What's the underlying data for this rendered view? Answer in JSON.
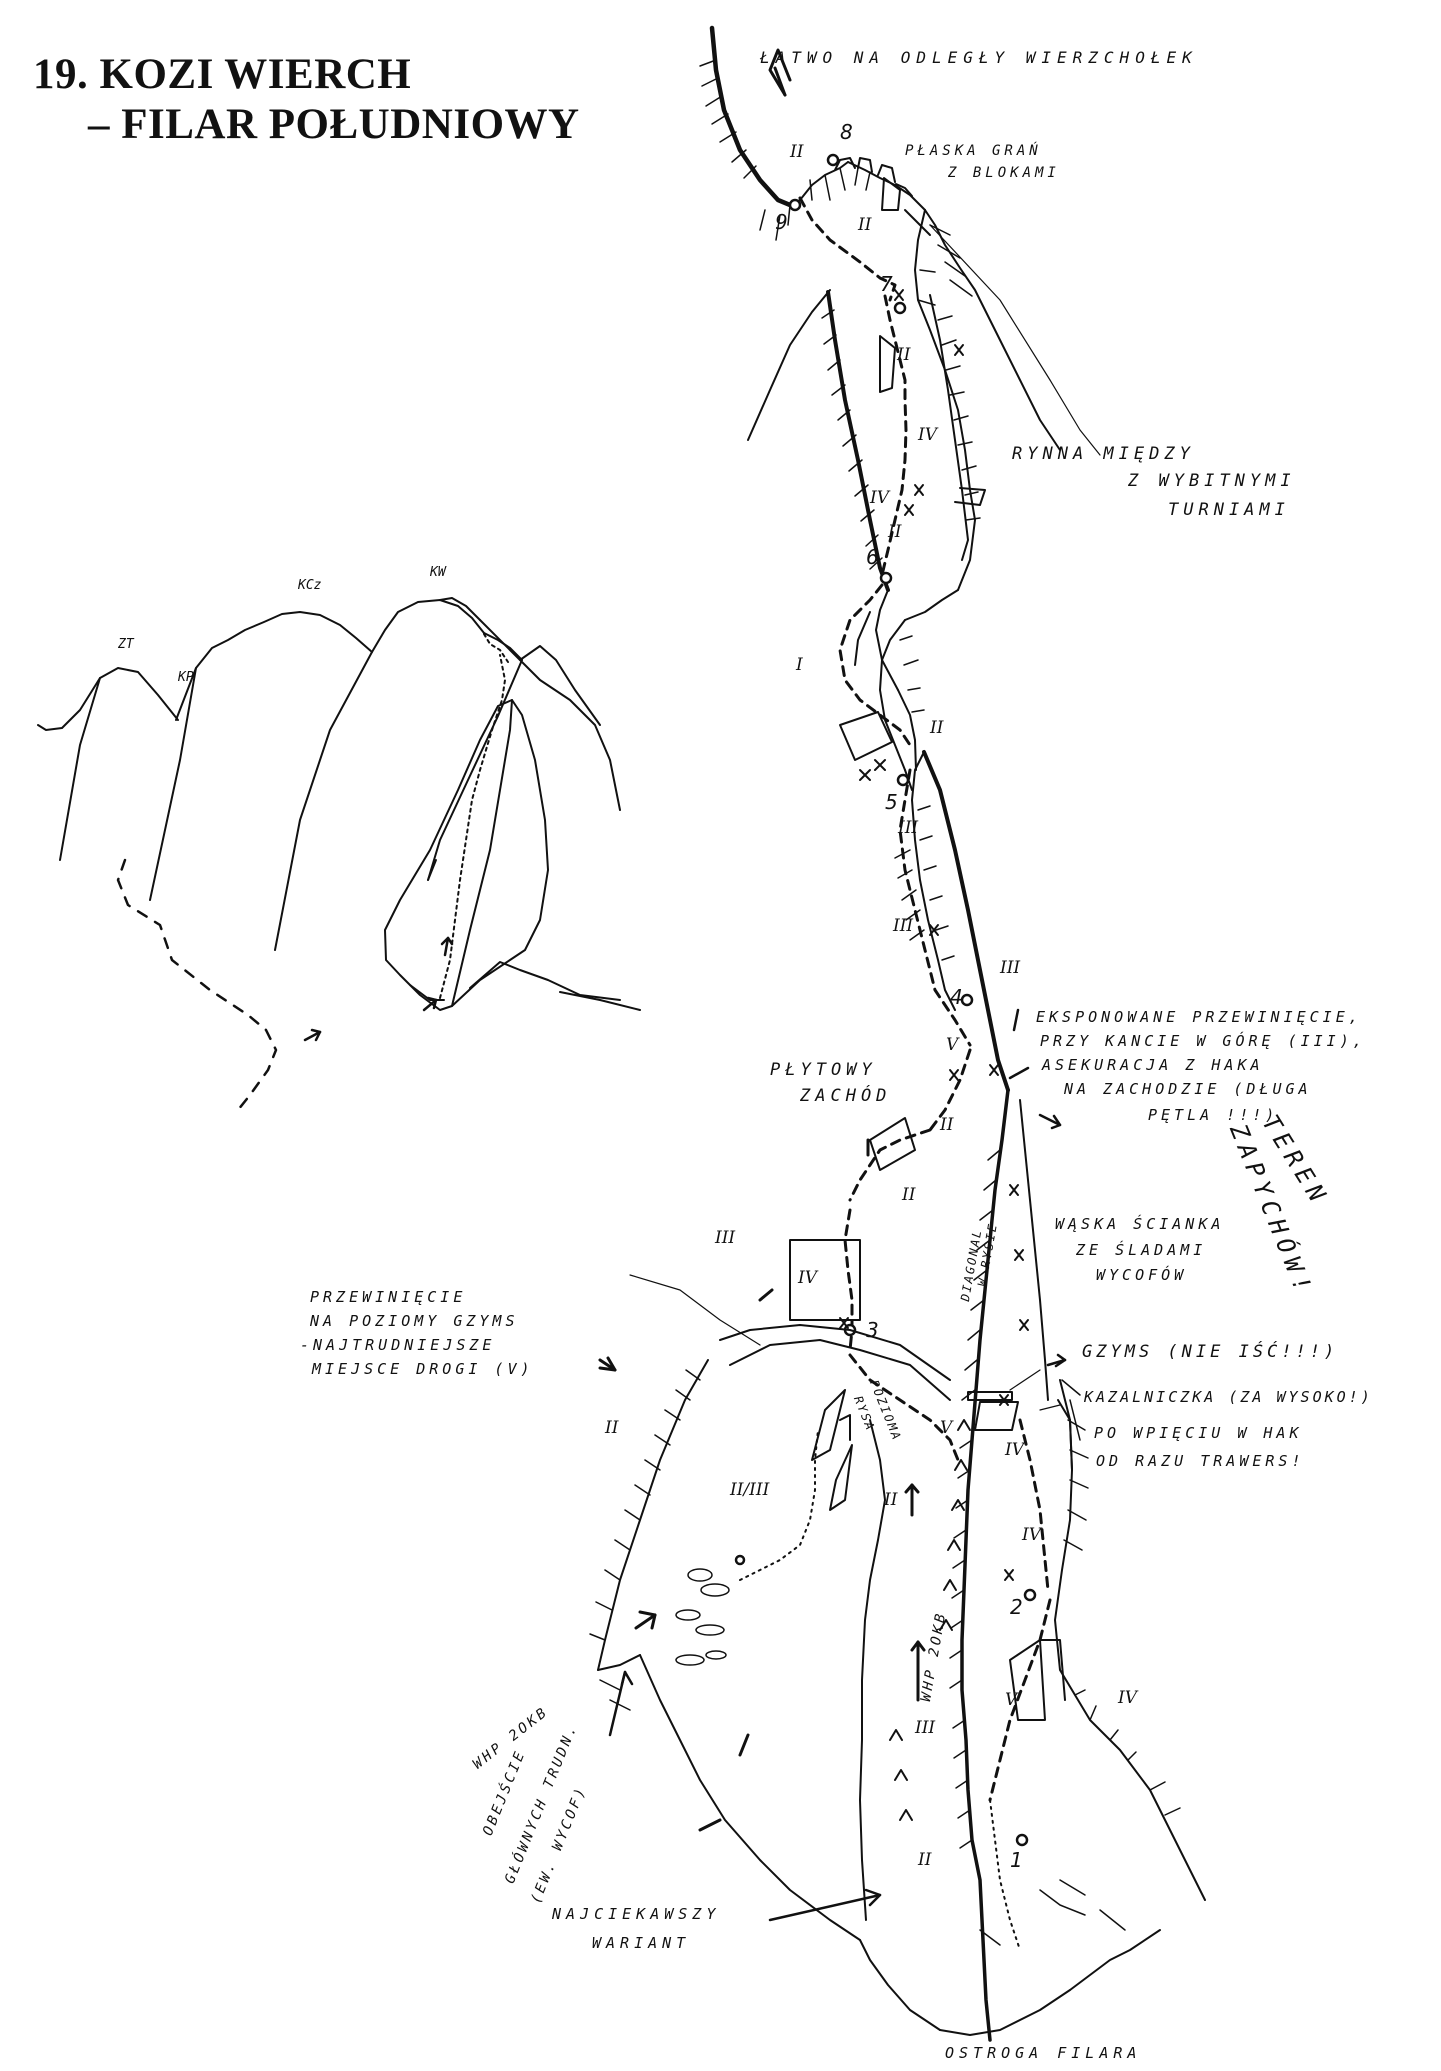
{
  "title": {
    "line1": "19. KOZI WIERCH",
    "line2": "– FILAR POŁUDNIOWY"
  },
  "annotations": {
    "latwo": "ŁATWO NA ODLEGŁY WIERZCHOŁEK",
    "plaska1": "PŁASKA GRAŃ",
    "plaska2": "Z BLOKAMI",
    "rynna1": "RYNNA MIĘDZY",
    "rynna2": "Z WYBITNYMI",
    "rynna3": "TURNIAMI",
    "eksp1": "EKSPONOWANE PRZEWINIĘCIE,",
    "eksp2": "PRZY KANCIE W GÓRĘ (III),",
    "eksp3": "ASEKURACJA Z HAKA",
    "eksp4": "NA ZACHODZIE (DŁUGA",
    "eksp5": "PĘTLA !!!)",
    "plytowy1": "PŁYTOWY",
    "plytowy2": "ZACHÓD",
    "teren1": "TEREN",
    "teren2": "ZAPYCHÓW!",
    "waska1": "WĄSKA ŚCIANKA",
    "waska2": "ZE ŚLADAMI",
    "waska3": "WYCOFÓW",
    "przew1": "PRZEWINIĘCIE",
    "przew2": "NA POZIOMY GZYMS",
    "przew3": "-NAJTRUDNIEJSZE",
    "przew4": "MIEJSCE DROGI (V)",
    "gzyms": "GZYMS (NIE IŚĆ!!!)",
    "kazal": "KAZALNICZKA (ZA WYSOKO!)",
    "powp1": "PO WPIĘCIU W HAK",
    "powp2": "OD RAZU TRAWERS!",
    "diagonal1": "DIAGONAL",
    "diagonal2": "W RYSIE",
    "pozioma1": "POZIOMA",
    "pozioma2": "RYSA",
    "whp_right": "WHP 2OKB",
    "whp_left": "WHP 2OKB",
    "obejs1": "OBEJŚCIE",
    "obejs2": "GŁÓWNYCH TRUDN.",
    "obejs3": "(EW. WYCOF)",
    "najc1": "NAJCIEKAWSZY",
    "najc2": "WARIANT",
    "ostroga": "OSTROGA FILARA"
  },
  "peaks": {
    "zt": "ZT",
    "kp": "KP",
    "kcz": "KCz",
    "kw": "KW"
  },
  "belays": [
    "1",
    "2",
    "3",
    "4",
    "5",
    "6",
    "7",
    "8",
    "9"
  ],
  "grades": {
    "I": "I",
    "II": "II",
    "II_III": "II/III",
    "III": "III",
    "IV": "IV",
    "V": "V"
  }
}
